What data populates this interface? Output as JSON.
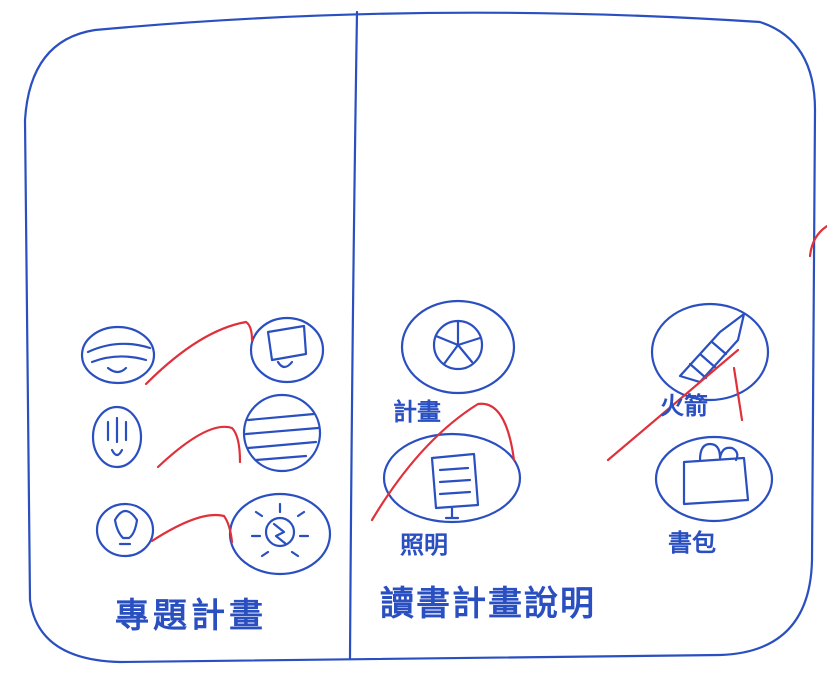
{
  "colors": {
    "ink_blue": "#2a4fc0",
    "ink_red": "#e0303a",
    "paper": "#ffffff"
  },
  "left_panel": {
    "title": "專題計畫",
    "icons": [
      {
        "row": 1,
        "left": "fan-icon",
        "right": "cup-icon"
      },
      {
        "row": 2,
        "left": "gauge-icon",
        "right": "stripes-icon"
      },
      {
        "row": 3,
        "left": "bulb-icon",
        "right": "sun-icon"
      }
    ]
  },
  "right_panel": {
    "title": "讀書計畫說明",
    "items": [
      {
        "icon": "pie-disc-icon",
        "label": "計畫"
      },
      {
        "icon": "lamp-icon",
        "label": "照明"
      },
      {
        "icon": "rocket-icon",
        "label": "火箭"
      },
      {
        "icon": "bag-icon",
        "label": "書包"
      }
    ]
  }
}
